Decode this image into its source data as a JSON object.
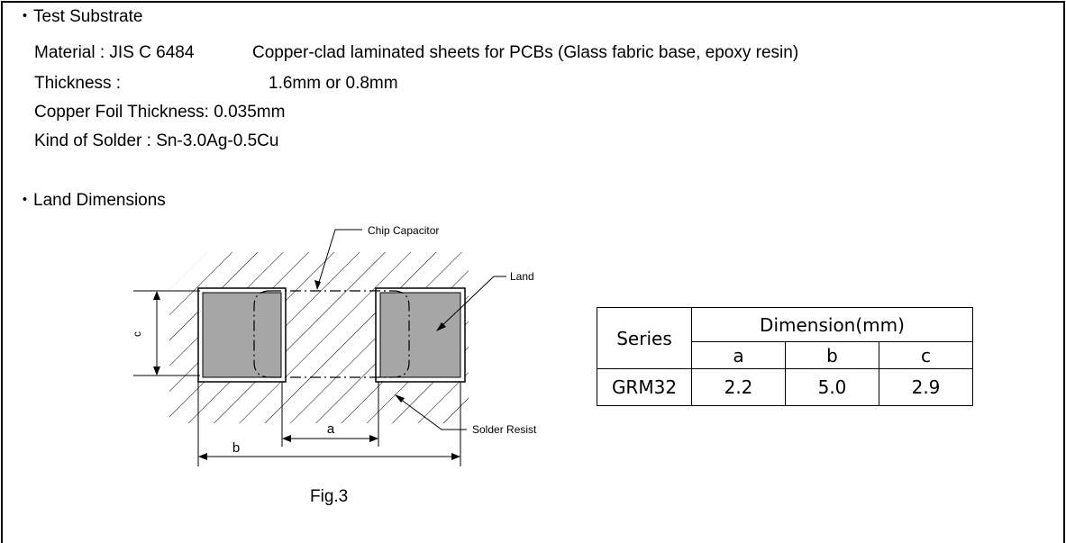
{
  "substrate": {
    "heading": "・Test Substrate",
    "material_label": "Material : JIS C 6484",
    "material_value": "Copper-clad laminated sheets for PCBs (Glass fabric base, epoxy resin)",
    "thickness_label": "Thickness :",
    "thickness_value": "1.6mm or 0.8mm",
    "copper_foil": "Copper Foil Thickness: 0.035mm",
    "solder_kind": "Kind of Solder : Sn-3.0Ag-0.5Cu"
  },
  "land": {
    "heading": "・Land Dimensions",
    "figure": {
      "label_chip": "Chip Capacitor",
      "label_land": "Land",
      "label_resist": "Solder Resist",
      "dim_a": "a",
      "dim_b": "b",
      "dim_c": "c",
      "caption": "Fig.3"
    }
  },
  "dimension_table": {
    "series_header": "Series",
    "dimension_header": "Dimension(mm)",
    "col_a": "a",
    "col_b": "b",
    "col_c": "c",
    "rows": [
      {
        "series": "GRM32",
        "a": "2.2",
        "b": "5.0",
        "c": "2.9"
      }
    ]
  },
  "colors": {
    "land_fill": "#a6a6a6",
    "line": "#000000"
  }
}
